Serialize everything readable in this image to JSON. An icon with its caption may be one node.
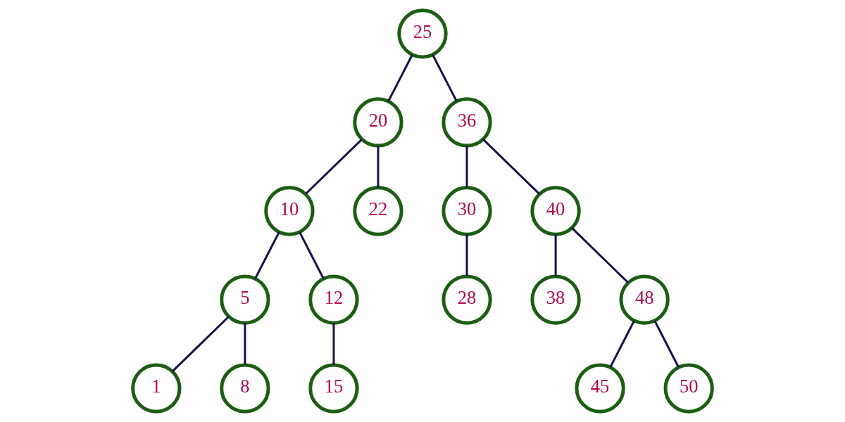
{
  "diagram": {
    "nodes": [
      {
        "text": [
          "25"
        ]
      },
      {
        "text": [
          "20"
        ]
      },
      {
        "text": [
          "36"
        ]
      },
      {
        "text": [
          "10"
        ]
      },
      {
        "text": [
          "22"
        ]
      },
      {
        "text": [
          "30"
        ]
      },
      {
        "text": [
          "40"
        ]
      },
      {
        "text": [
          "5"
        ]
      },
      {
        "text": [
          "12"
        ]
      },
      {
        "text": [
          "28"
        ]
      },
      {
        "text": [
          "38"
        ]
      },
      {
        "text": [
          "48"
        ]
      },
      {
        "text": [
          "1"
        ]
      },
      {
        "text": [
          "8"
        ]
      },
      {
        "text": [
          "15"
        ]
      },
      {
        "text": [
          "45"
        ]
      },
      {
        "text": [
          "50"
        ]
      }
    ],
    "edges": [
      {
        "from": 0,
        "to": 1,
        "arrow": "none"
      },
      {
        "from": 0,
        "to": 2,
        "arrow": "none"
      },
      {
        "from": 1,
        "to": 3,
        "arrow": "none"
      },
      {
        "from": 1,
        "to": 4,
        "arrow": "none"
      },
      {
        "from": 2,
        "to": 5,
        "arrow": "none"
      },
      {
        "from": 2,
        "to": 6,
        "arrow": "none"
      },
      {
        "from": 3,
        "to": 7,
        "arrow": "none"
      },
      {
        "from": 3,
        "to": 8,
        "arrow": "none"
      },
      {
        "from": 5,
        "to": 9,
        "arrow": "none"
      },
      {
        "from": 6,
        "to": 10,
        "arrow": "none"
      },
      {
        "from": 6,
        "to": 11,
        "arrow": "none"
      },
      {
        "from": 7,
        "to": 12,
        "arrow": "none"
      },
      {
        "from": 7,
        "to": 13,
        "arrow": "none"
      },
      {
        "from": 8,
        "to": 14,
        "arrow": "none"
      },
      {
        "from": 11,
        "to": 15,
        "arrow": "none"
      },
      {
        "from": 11,
        "to": 16,
        "arrow": "none"
      }
    ]
  }
}
